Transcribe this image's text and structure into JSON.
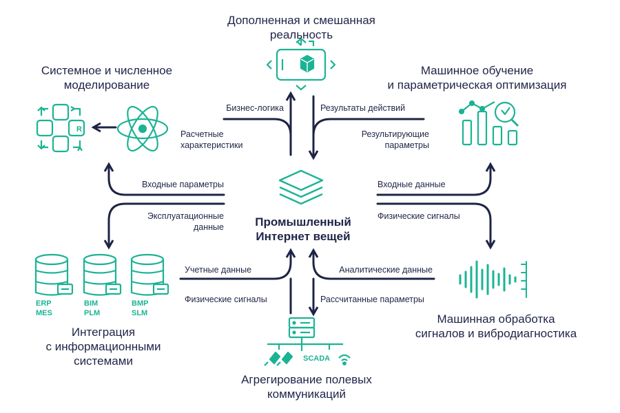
{
  "colors": {
    "accent": "#1bb394",
    "dark": "#1e2446"
  },
  "center": {
    "line1": "Промышленный",
    "line2": "Интернет вещей"
  },
  "nodes": {
    "ar": {
      "line1": "Дополненная и смешанная",
      "line2": "реальность"
    },
    "system": {
      "line1": "Системное и численное",
      "line2": "моделирование"
    },
    "ml": {
      "line1": "Машинное обучение",
      "line2": "и параметрическая оптимизация"
    },
    "integration": {
      "line1": "Интеграция",
      "line2": "с информационными",
      "line3": "системами"
    },
    "signal": {
      "line1": "Машинная обработка",
      "line2": "сигналов и вибродиагностика"
    },
    "field": {
      "line1": "Агрегирование полевых",
      "line2": "коммуникаций"
    }
  },
  "flows": {
    "business_logic": "Бизнес-логика",
    "action_results": "Результаты действий",
    "calc_char_1": "Расчетные",
    "calc_char_2": "характеристики",
    "result_params_1": "Результирующие",
    "result_params_2": "параметры",
    "input_params": "Входные параметры",
    "input_data": "Входные данные",
    "operational_1": "Эксплуатационные",
    "operational_2": "данные",
    "physical_signals_right": "Физические сигналы",
    "accounting_data": "Учетные данные",
    "analytic_data": "Аналитические данные",
    "physical_signals_bottom": "Физические сигналы",
    "calculated_params": "Рассчитанные параметры"
  },
  "db_tags": {
    "db1_a": "ERP",
    "db1_b": "MES",
    "db2_a": "BIM",
    "db2_b": "PLM",
    "db3_a": "BMP",
    "db3_b": "SLM"
  },
  "icons": {
    "ar": "tablet-cube-icon",
    "system": "cycle-blocks-icon",
    "atom": "atom-icon",
    "ml": "chart-magnifier-icon",
    "center": "layers-icon",
    "db": "database-icon",
    "signal": "waveform-icon",
    "field": "server-network-icon"
  },
  "scada": "SCADA"
}
